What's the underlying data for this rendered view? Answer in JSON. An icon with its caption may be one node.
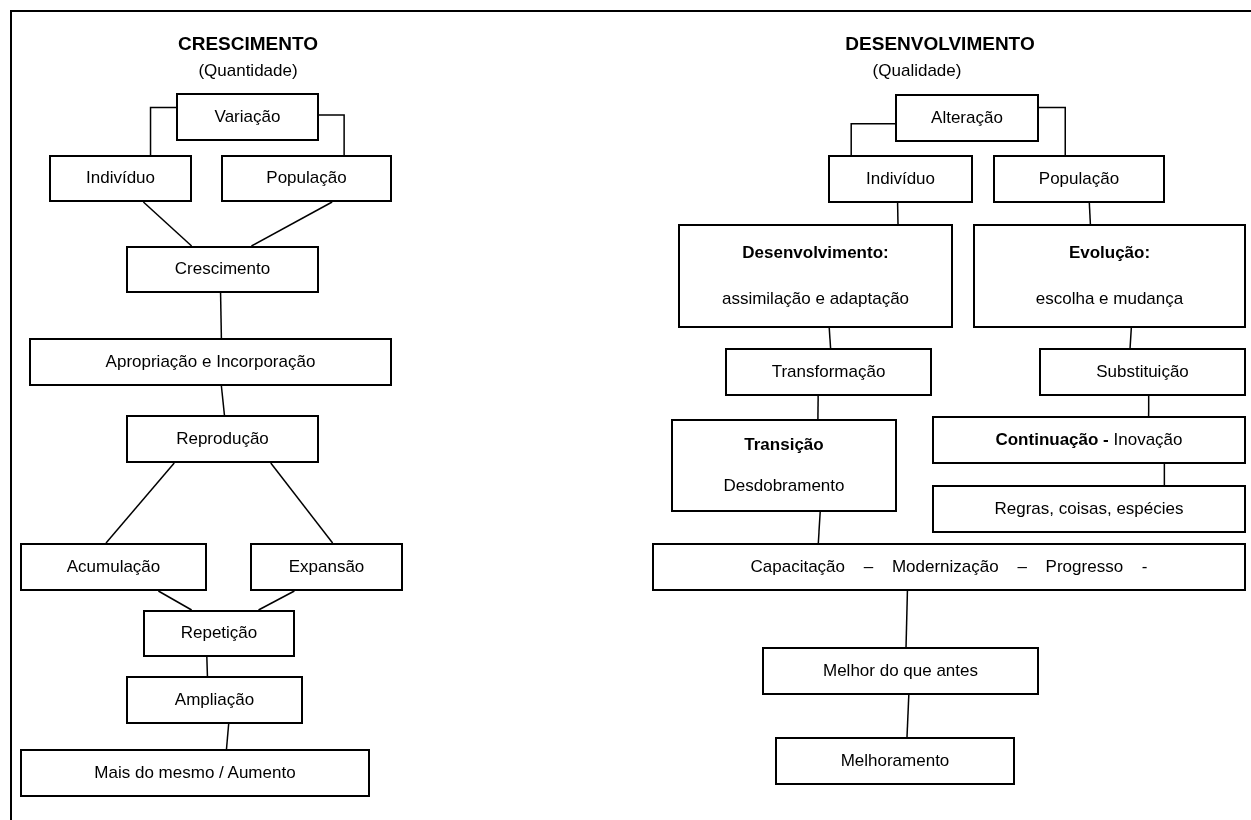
{
  "diagram": {
    "nodes": [
      {
        "text": [
          "Variação"
        ]
      },
      {
        "text": [
          "Indivíduo"
        ]
      },
      {
        "text": [
          "População"
        ]
      },
      {
        "text": [
          "Crescimento"
        ]
      },
      {
        "text": [
          "Apropriação e Incorporação"
        ]
      },
      {
        "text": [
          "Reprodução"
        ]
      },
      {
        "text": [
          "Acumulação"
        ]
      },
      {
        "text": [
          "Expansão"
        ]
      },
      {
        "text": [
          "Repetição"
        ]
      },
      {
        "text": [
          "Ampliação"
        ]
      },
      {
        "text": [
          "Mais do mesmo / Aumento"
        ]
      },
      {
        "text": [
          "Alteração"
        ]
      },
      {
        "text": [
          "Indivíduo"
        ]
      },
      {
        "text": [
          "População"
        ]
      },
      {
        "text": [
          "Desenvolvimento:",
          "assimilação e adaptação"
        ]
      },
      {
        "text": [
          "Evolução:",
          "escolha e mudança"
        ]
      },
      {
        "text": [
          "Transformação"
        ]
      },
      {
        "text": [
          "Substituição"
        ]
      },
      {
        "text": [
          "Transição",
          "Desdobramento"
        ]
      },
      {
        "text": [
          "**Continuação -** Inovação"
        ]
      },
      {
        "text": [
          "Regras, coisas, espécies"
        ]
      },
      {
        "text": [
          "Capacitação – Modernização – Progresso -"
        ]
      },
      {
        "text": [
          "Melhor do que antes"
        ]
      },
      {
        "text": [
          "Melhoramento"
        ]
      }
    ],
    "edges": [
      {
        "from": 0,
        "to": 1,
        "arrow": "none"
      },
      {
        "from": 0,
        "to": 2,
        "arrow": "none"
      },
      {
        "from": 1,
        "to": 3,
        "arrow": "none"
      },
      {
        "from": 2,
        "to": 3,
        "arrow": "none"
      },
      {
        "from": 3,
        "to": 4,
        "arrow": "none"
      },
      {
        "from": 4,
        "to": 5,
        "arrow": "none"
      },
      {
        "from": 5,
        "to": 6,
        "arrow": "none"
      },
      {
        "from": 5,
        "to": 7,
        "arrow": "none"
      },
      {
        "from": 6,
        "to": 8,
        "arrow": "none"
      },
      {
        "from": 7,
        "to": 8,
        "arrow": "none"
      },
      {
        "from": 8,
        "to": 9,
        "arrow": "none"
      },
      {
        "from": 9,
        "to": 10,
        "arrow": "none"
      },
      {
        "from": 11,
        "to": 12,
        "arrow": "none"
      },
      {
        "from": 11,
        "to": 13,
        "arrow": "none"
      },
      {
        "from": 12,
        "to": 14,
        "arrow": "none"
      },
      {
        "from": 13,
        "to": 15,
        "arrow": "none"
      },
      {
        "from": 14,
        "to": 16,
        "arrow": "none"
      },
      {
        "from": 15,
        "to": 17,
        "arrow": "none"
      },
      {
        "from": 16,
        "to": 18,
        "arrow": "none"
      },
      {
        "from": 17,
        "to": 19,
        "arrow": "none"
      },
      {
        "from": 19,
        "to": 20,
        "arrow": "none"
      },
      {
        "from": 18,
        "to": 21,
        "arrow": "none"
      },
      {
        "from": 21,
        "to": 22,
        "arrow": "none"
      },
      {
        "from": 22,
        "to": 23,
        "arrow": "none"
      }
    ],
    "labels": [
      "CRESCIMENTO",
      "(Quantidade)",
      "DESENVOLVIMENTO",
      "(Qualidade)"
    ]
  }
}
